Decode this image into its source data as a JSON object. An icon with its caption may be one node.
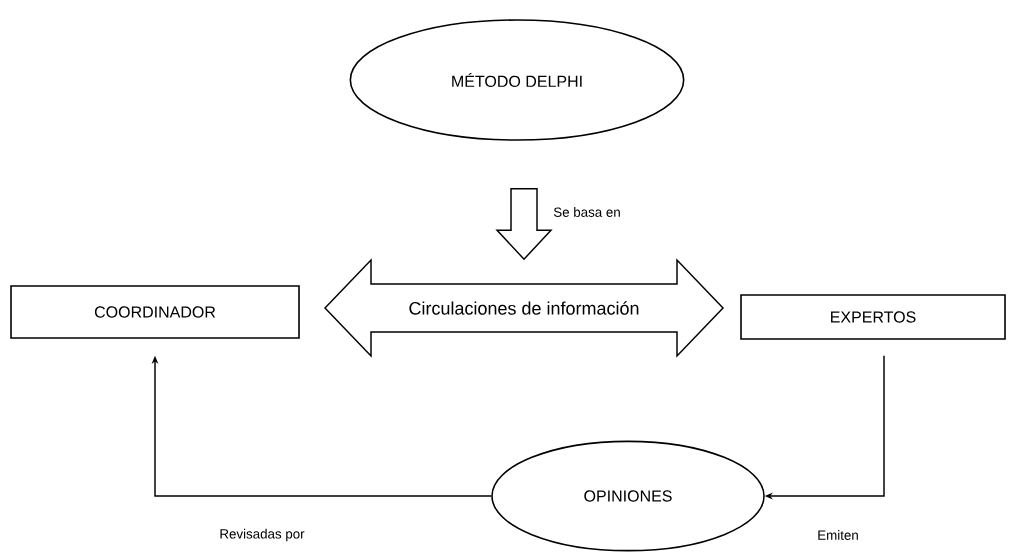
{
  "diagram": {
    "nodes": [
      {
        "text": [
          "MÉTODO DELPHI"
        ]
      },
      {
        "text": [
          "COORDINADOR"
        ]
      },
      {
        "text": [
          "Circulaciones de información"
        ]
      },
      {
        "text": [
          "EXPERTOS"
        ]
      },
      {
        "text": [
          "OPINIONES"
        ]
      }
    ],
    "edges": [
      {
        "from": 0,
        "to": 2,
        "arrow": "to",
        "label": "Se basa en",
        "style": "thick"
      },
      {
        "from": 3,
        "to": 4,
        "arrow": "to",
        "label": "Emiten"
      },
      {
        "from": 4,
        "to": 1,
        "arrow": "to",
        "label": "Revisadas por"
      }
    ]
  }
}
